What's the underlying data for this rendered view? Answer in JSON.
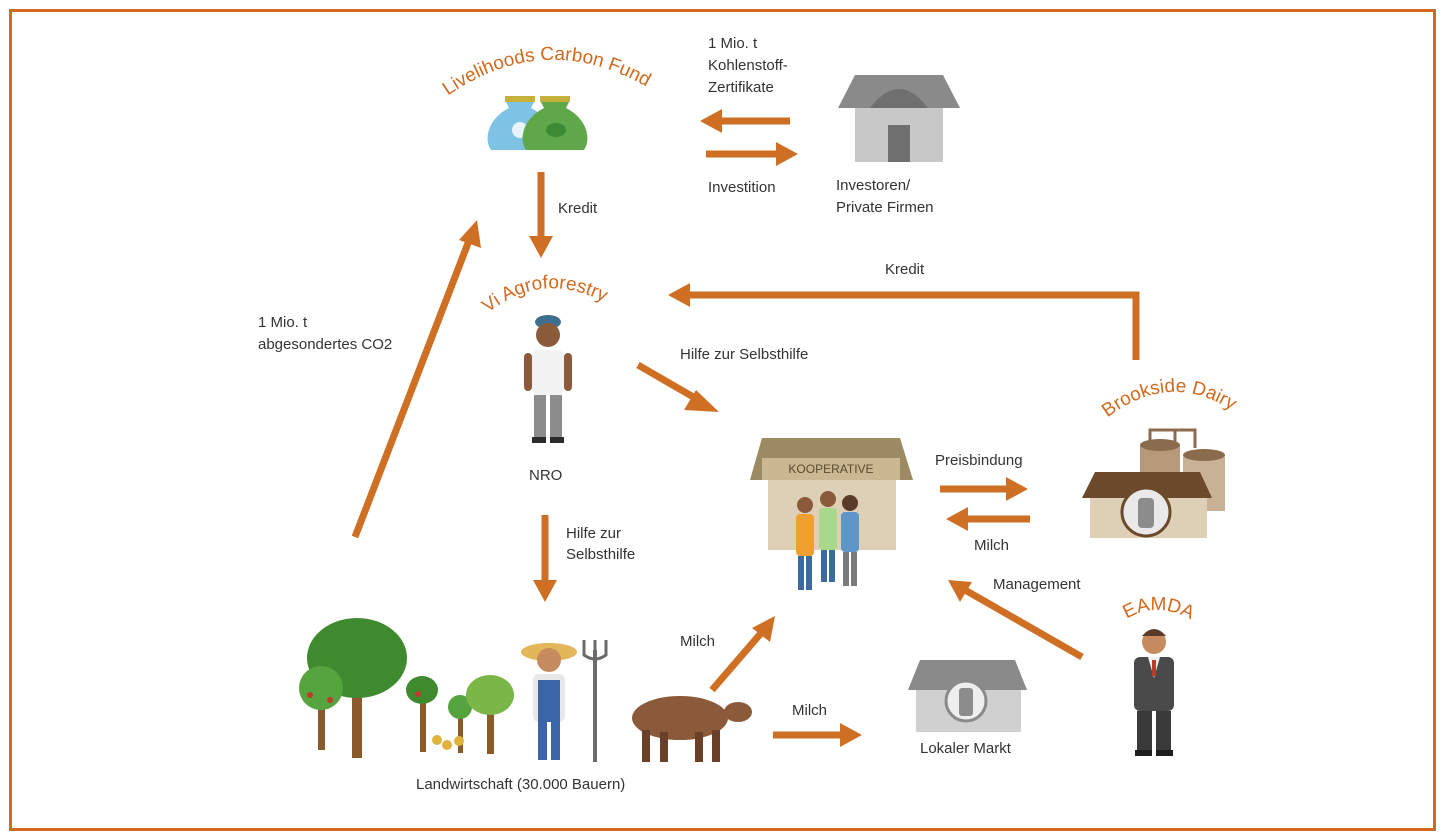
{
  "colors": {
    "frame": "#d2691e",
    "arrow": "#cf6f24",
    "title": "#d2691e",
    "label": "#333333"
  },
  "nodes": {
    "fund": {
      "title": "Livelihoods Carbon Fund",
      "icon": "money-bags-icon"
    },
    "investors": {
      "label_line1": "Investoren/",
      "label_line2": "Private Firmen",
      "icon": "bank-building-icon"
    },
    "vi": {
      "title": "Vi Agroforestry",
      "label": "NRO",
      "icon": "ngo-worker-icon"
    },
    "cooperative": {
      "sign": "KOOPERATIVE",
      "icon": "cooperative-shop-icon"
    },
    "dairy": {
      "title": "Brookside Dairy",
      "icon": "dairy-plant-icon"
    },
    "eamda": {
      "title": "EAMDA",
      "icon": "businessman-icon"
    },
    "farming": {
      "label": "Landwirtschaft (30.000 Bauern)",
      "icon": "farm-trees-farmer-cow-icon"
    },
    "market": {
      "label": "Lokaler Markt",
      "icon": "market-stall-icon"
    }
  },
  "flows": {
    "certificates": {
      "line1": "1 Mio. t",
      "line2": "Kohlenstoff-",
      "line3": "Zertifikate"
    },
    "investment": "Investition",
    "credit_fund": "Kredit",
    "credit_dairy": "Kredit",
    "co2": {
      "line1": "1 Mio. t",
      "line2": "abgesondertes CO2"
    },
    "selfhelp_coop": "Hilfe zur Selbsthilfe",
    "selfhelp_farm": {
      "line1": "Hilfe zur",
      "line2": "Selbsthilfe"
    },
    "price_binding": "Preisbindung",
    "milk_to_coop_from_dairy": "Milch",
    "management": "Management",
    "milk_farm_coop": "Milch",
    "milk_farm_market": "Milch"
  }
}
